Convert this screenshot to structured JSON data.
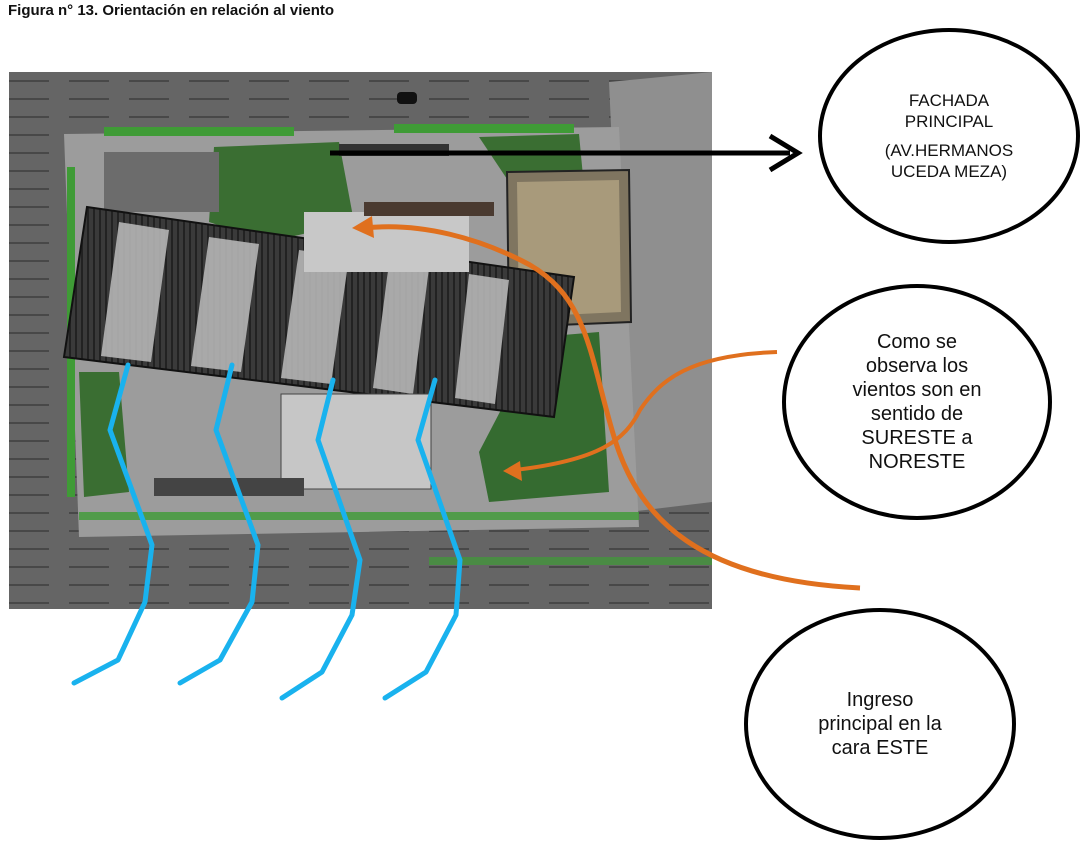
{
  "figure": {
    "title": "Figura n° 13. Orientación en relación al viento"
  },
  "bubbles": {
    "facade": {
      "line1": "FACHADA",
      "line2": "PRINCIPAL",
      "line3": "(AV.HERMANOS",
      "line4": "UCEDA MEZA)"
    },
    "wind_note": {
      "line1": "Como se",
      "line2": "observa los",
      "line3": "vientos son en",
      "line4": "sentido de",
      "line5": "SURESTE a",
      "line6": "NORESTE"
    },
    "entrance": {
      "line1": "Ingreso",
      "line2": "principal en la",
      "line3": "cara ESTE"
    }
  },
  "colors": {
    "wind_lines": "#19b2ee",
    "orange_arrows": "#e0701e",
    "black_arrow": "#000000"
  }
}
